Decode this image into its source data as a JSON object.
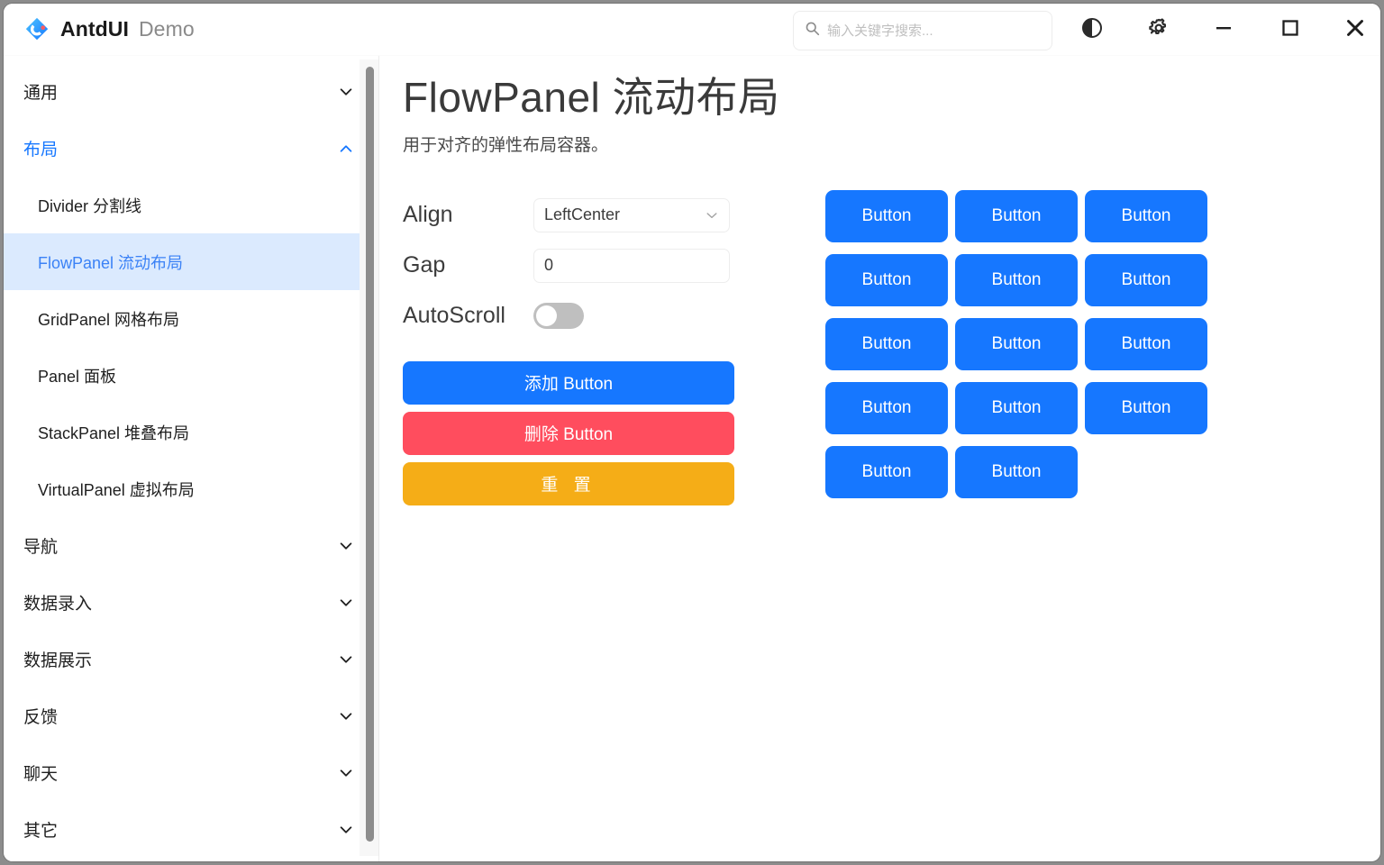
{
  "window": {
    "brand_name": "AntdUI",
    "brand_sub": "Demo",
    "logo_icon": "antdui-logo-icon"
  },
  "search": {
    "placeholder": "输入关键字搜索...",
    "value": "",
    "icon": "search-icon"
  },
  "titlebar_buttons": [
    {
      "name": "theme-toggle",
      "icon": "contrast-circle-icon"
    },
    {
      "name": "settings",
      "icon": "gear-icon"
    },
    {
      "name": "minimize",
      "icon": "minimize-icon"
    },
    {
      "name": "maximize",
      "icon": "maximize-icon"
    },
    {
      "name": "close",
      "icon": "close-icon"
    }
  ],
  "sidebar": {
    "scrollbar": {
      "name": "sidebar-scrollbar"
    },
    "groups": [
      {
        "label": "通用",
        "expanded": false,
        "chevron": "chevron-down-icon",
        "items": []
      },
      {
        "label": "布局",
        "expanded": true,
        "chevron": "chevron-up-icon",
        "items": [
          {
            "label": "Divider 分割线",
            "active": false
          },
          {
            "label": "FlowPanel 流动布局",
            "active": true
          },
          {
            "label": "GridPanel 网格布局",
            "active": false
          },
          {
            "label": "Panel 面板",
            "active": false
          },
          {
            "label": "StackPanel 堆叠布局",
            "active": false
          },
          {
            "label": "VirtualPanel 虚拟布局",
            "active": false
          }
        ]
      },
      {
        "label": "导航",
        "expanded": false,
        "chevron": "chevron-down-icon",
        "items": []
      },
      {
        "label": "数据录入",
        "expanded": false,
        "chevron": "chevron-down-icon",
        "items": []
      },
      {
        "label": "数据展示",
        "expanded": false,
        "chevron": "chevron-down-icon",
        "items": []
      },
      {
        "label": "反馈",
        "expanded": false,
        "chevron": "chevron-down-icon",
        "items": []
      },
      {
        "label": "聊天",
        "expanded": false,
        "chevron": "chevron-down-icon",
        "items": []
      },
      {
        "label": "其它",
        "expanded": false,
        "chevron": "chevron-down-icon",
        "items": []
      }
    ]
  },
  "main": {
    "title": "FlowPanel 流动布局",
    "description": "用于对齐的弹性布局容器。",
    "form": {
      "align": {
        "label": "Align",
        "value": "LeftCenter",
        "chevron": "chevron-down-icon",
        "options": [
          "LeftCenter"
        ]
      },
      "gap": {
        "label": "Gap",
        "value": "0",
        "placeholder": ""
      },
      "autoscroll": {
        "label": "AutoScroll",
        "checked": false
      }
    },
    "actions": {
      "add_label": "添加 Button",
      "delete_label": "删除 Button",
      "reset_label": "重 置"
    },
    "flow_panel": {
      "button_label": "Button",
      "count": 14,
      "buttons": [
        "Button",
        "Button",
        "Button",
        "Button",
        "Button",
        "Button",
        "Button",
        "Button",
        "Button",
        "Button",
        "Button",
        "Button",
        "Button",
        "Button"
      ]
    }
  },
  "colors": {
    "primary": "#1677ff",
    "danger": "#ff4d5e",
    "warning": "#f5ad17",
    "active_item_bg": "#dbeafe",
    "active_item_text": "#3b82f6",
    "switch_off": "#bfbfbf"
  }
}
